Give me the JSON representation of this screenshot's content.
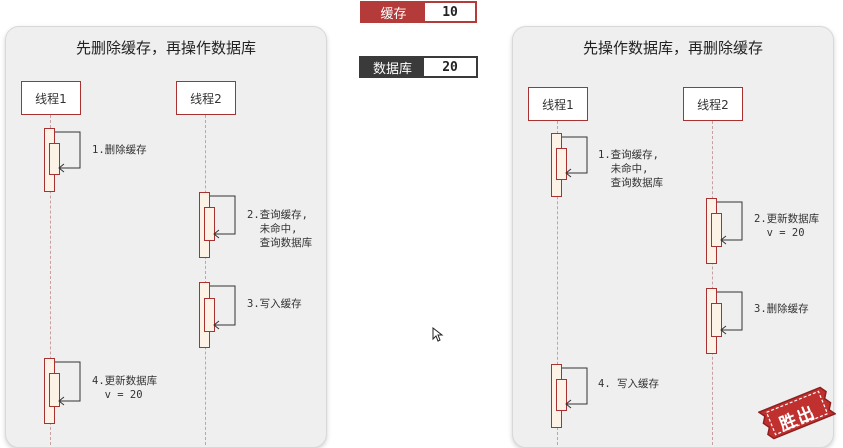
{
  "cache": {
    "label": "缓存",
    "value": "10"
  },
  "database": {
    "label": "数据库",
    "value": "20"
  },
  "left_panel": {
    "title": "先删除缓存，再操作数据库",
    "thread1": "线程1",
    "thread2": "线程2",
    "steps": [
      {
        "text": "1.删除缓存"
      },
      {
        "text": "2.查询缓存,\n  未命中,\n  查询数据库"
      },
      {
        "text": "3.写入缓存"
      },
      {
        "text": "4.更新数据库\n  v = 20"
      }
    ]
  },
  "right_panel": {
    "title": "先操作数据库，再删除缓存",
    "thread1": "线程1",
    "thread2": "线程2",
    "steps": [
      {
        "text": "1.查询缓存,\n  未命中,\n  查询数据库"
      },
      {
        "text": "2.更新数据库\n  v = 20"
      },
      {
        "text": "3.删除缓存"
      },
      {
        "text": "4. 写入缓存"
      }
    ],
    "stamp": "胜出"
  },
  "colors": {
    "accent": "#a83232",
    "dark": "#3a3a3a",
    "panel": "#efefef"
  }
}
